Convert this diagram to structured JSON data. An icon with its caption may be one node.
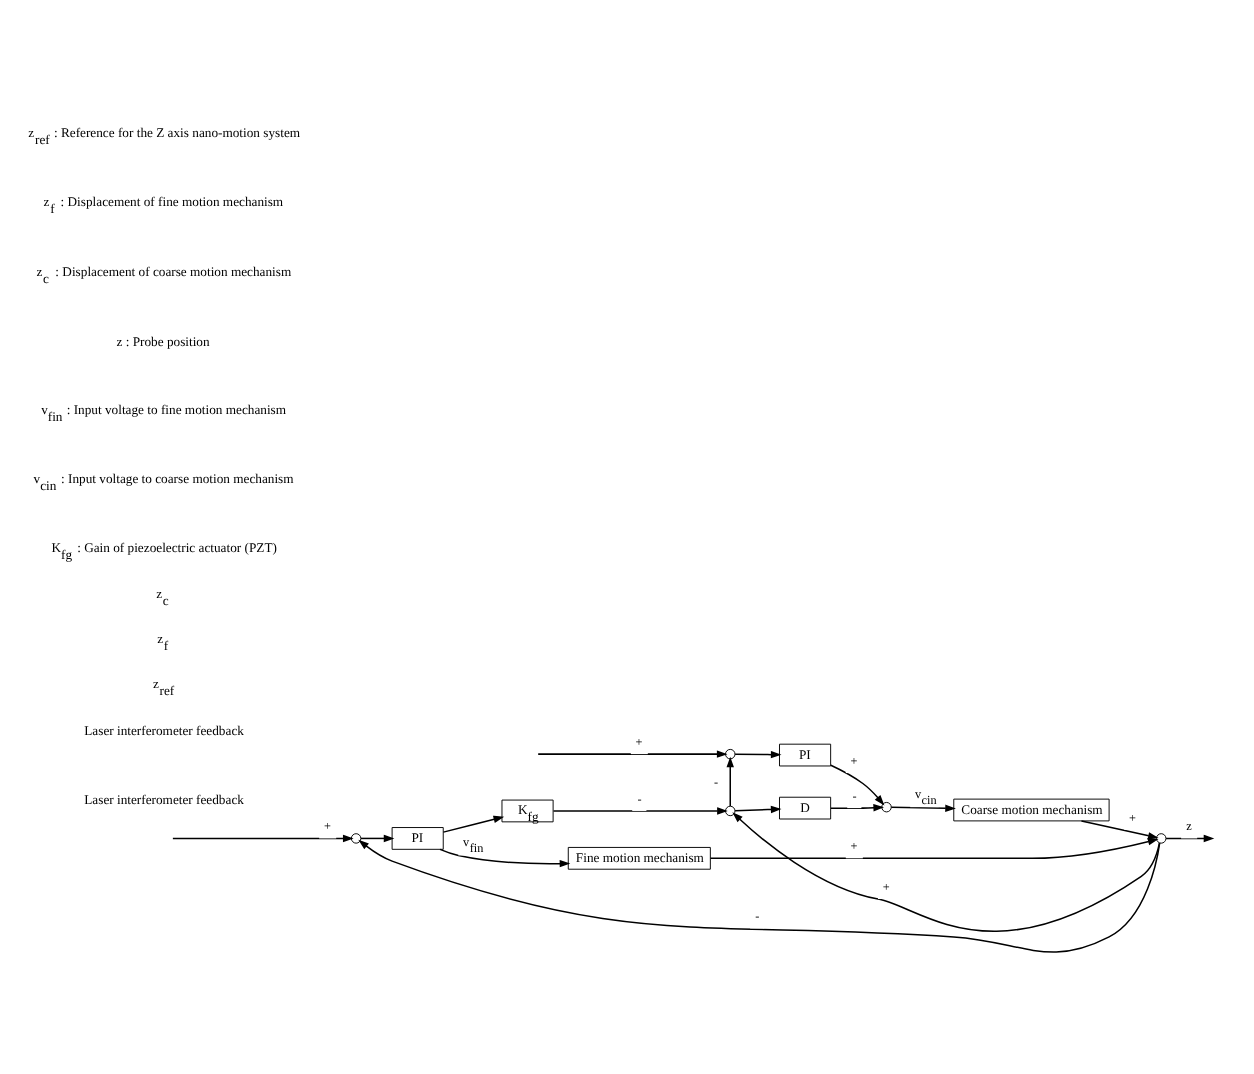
{
  "diagram": {
    "nodes": [
      {
        "text": [],
        "shape": "circle"
      },
      {
        "text": [
          "PI"
        ]
      },
      {
        "text": [
          "Fine motion mechanism"
        ]
      },
      {
        "text": [
          "K$_{fg}$"
        ]
      },
      {
        "text": [],
        "shape": "circle"
      },
      {
        "text": [
          "PI"
        ]
      },
      {
        "text": [],
        "shape": "circle"
      },
      {
        "text": [
          "Coarse motion mechanism"
        ]
      },
      {
        "text": [
          "D"
        ]
      },
      {
        "text": [],
        "shape": "circle"
      },
      {
        "text": [],
        "shape": "circle"
      }
    ],
    "edges": [
      {
        "from": null,
        "to": 0,
        "arrow": "to",
        "label": "+"
      },
      {
        "from": null,
        "to": 4,
        "arrow": "to",
        "label": "+"
      },
      {
        "from": 0,
        "to": 1,
        "arrow": "to"
      },
      {
        "from": 1,
        "to": 2,
        "arrow": "to",
        "label": "v$_{fin}$"
      },
      {
        "from": 1,
        "to": 3,
        "arrow": "to"
      },
      {
        "from": 3,
        "to": 9,
        "arrow": "to",
        "label": "-"
      },
      {
        "from": 4,
        "to": 5,
        "arrow": "to"
      },
      {
        "from": 5,
        "to": 6,
        "arrow": "to",
        "label": "+"
      },
      {
        "from": 8,
        "to": 6,
        "arrow": "to",
        "label": "-"
      },
      {
        "from": 6,
        "to": 7,
        "arrow": "to",
        "label": "v$_{cin}$"
      },
      {
        "from": 2,
        "to": 10,
        "arrow": "to",
        "label": "+"
      },
      {
        "from": 7,
        "to": 10,
        "arrow": "to",
        "label": "+"
      },
      {
        "from": 10,
        "to": null,
        "arrow": "to",
        "label": "z"
      },
      {
        "from": 10,
        "to": 0,
        "arrow": "to",
        "label": "-"
      },
      {
        "from": 10,
        "to": 9,
        "arrow": "to",
        "label": "+"
      },
      {
        "from": 9,
        "to": 4,
        "arrow": "to",
        "label": "-"
      },
      {
        "from": 9,
        "to": 8,
        "arrow": "to"
      }
    ],
    "labels": [
      "Laser interferometer feedback",
      "z$_{ref}$",
      "z$_{f}$",
      "z$_{c}$",
      "Laser interferometer feedback",
      "z$_{ref}$ : Reference for the Z axis nano-motion system",
      "z$_{f}$ : Displacement of fine motion mechanism",
      "z$_{c}$ : Displacement of coarse motion mechanism",
      "z : Probe position",
      "v$_{fin}$ : Input voltage to fine motion mechanism",
      "v$_{cin}$ : Input voltage to coarse motion mechanism",
      "K$_{fg}$ : Gain of piezoelectric actuator (PZT)"
    ]
  }
}
